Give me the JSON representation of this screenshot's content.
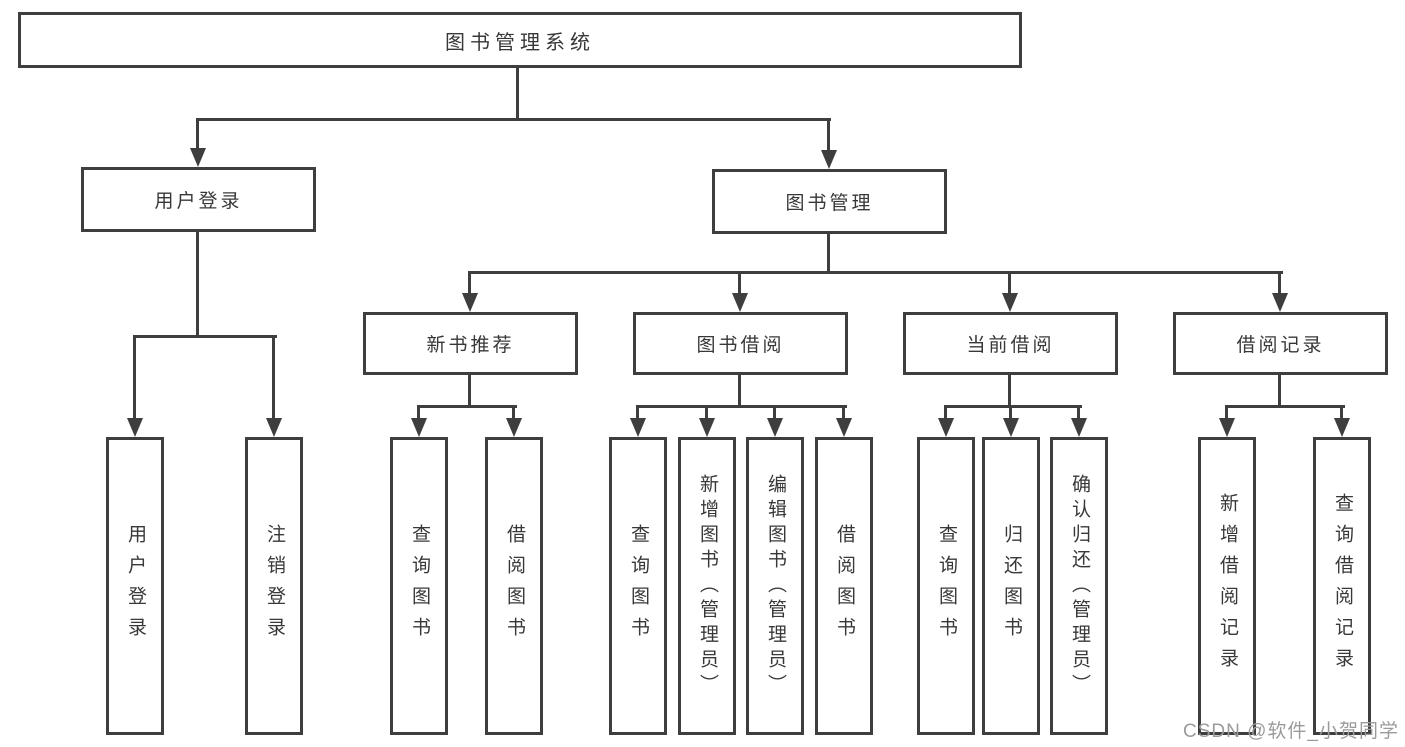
{
  "diagram": {
    "title": "图书管理系统",
    "branches": [
      {
        "label": "用户登录",
        "children": [
          {
            "label": "用户登录"
          },
          {
            "label": "注销登录"
          }
        ]
      },
      {
        "label": "图书管理",
        "children": [
          {
            "label": "新书推荐",
            "children": [
              {
                "label": "查询图书"
              },
              {
                "label": "借阅图书"
              }
            ]
          },
          {
            "label": "图书借阅",
            "children": [
              {
                "label": "查询图书"
              },
              {
                "label": "新增图书（管理员）"
              },
              {
                "label": "编辑图书（管理员）"
              },
              {
                "label": "借阅图书"
              }
            ]
          },
          {
            "label": "当前借阅",
            "children": [
              {
                "label": "查询图书"
              },
              {
                "label": "归还图书"
              },
              {
                "label": "确认归还（管理员）"
              }
            ]
          },
          {
            "label": "借阅记录",
            "children": [
              {
                "label": "新增借阅记录"
              },
              {
                "label": "查询借阅记录"
              }
            ]
          }
        ]
      }
    ]
  },
  "watermark": {
    "text": "CSDN @软件_小贺同学"
  },
  "colors": {
    "line": "#3e3e3e",
    "text": "#383838",
    "background": "#ffffff",
    "watermark": "#9b9b9b"
  }
}
